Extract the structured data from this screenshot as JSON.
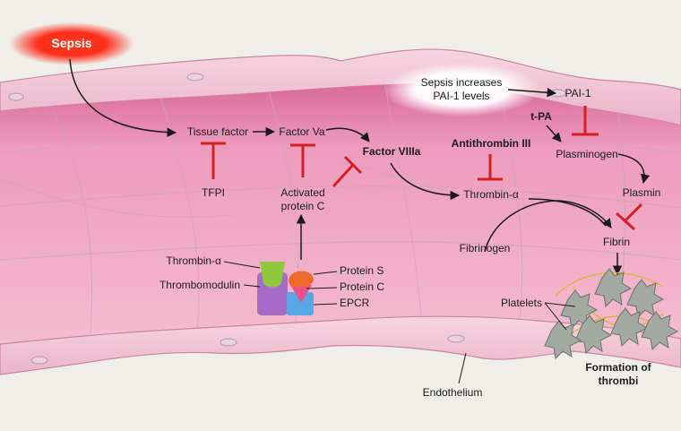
{
  "labels": {
    "sepsis": "Sepsis",
    "sepsis_pai": [
      "Sepsis increases",
      "PAI-1 levels"
    ],
    "pai1": "PAI-1",
    "tissue_factor": "Tissue factor",
    "factor_va": "Factor Va",
    "factor_viiia": "Factor VIIIa",
    "tfpi": "TFPI",
    "activated_protein_c": [
      "Activated",
      "protein C"
    ],
    "antithrombin": "Antithrombin III",
    "thrombin_alpha_main": "Thrombin-α",
    "tpa": "t-PA",
    "plasminogen": "Plasminogen",
    "plasmin": "Plasmin",
    "fibrinogen": "Fibrinogen",
    "fibrin": "Fibrin",
    "thrombin_alpha_receptor": "Thrombin-α",
    "thrombomodulin": "Thrombomodulin",
    "protein_s": "Protein S",
    "protein_c": "Protein C",
    "epcr": "EPCR",
    "platelets": "Platelets",
    "endothelium": "Endothelium",
    "formation_of_thrombi": [
      "Formation of",
      "thrombi"
    ]
  },
  "colors": {
    "arrow": "#1a1a1a",
    "inhibition": "#d42020",
    "vessel_lumen": "#e98fb4",
    "endothelium": "#f2c6d6",
    "sepsis_glow": "#ff2a12",
    "thrombomodulin": "#a56bc7",
    "thrombin": "#8fc83c",
    "protein_s": "#ee6a2c",
    "protein_c": "#ec4f8c",
    "epcr": "#55a8e4",
    "platelet": "#a3aaa2"
  }
}
